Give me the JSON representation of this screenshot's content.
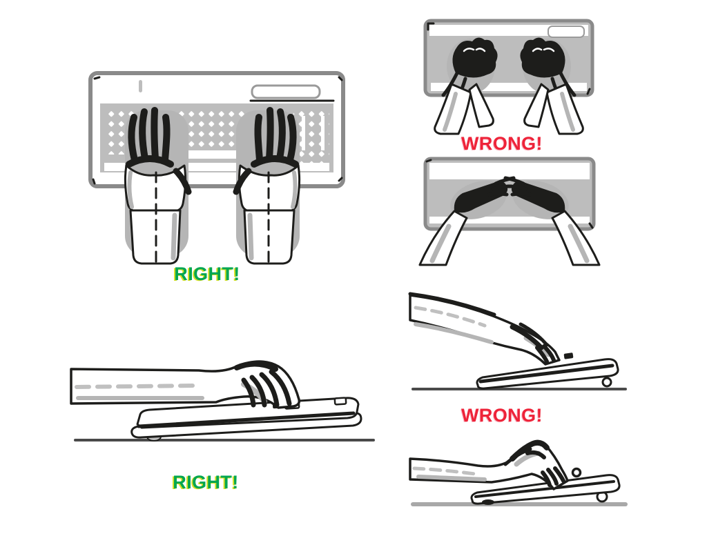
{
  "page": {
    "title": "Keyboard hand posture — right and wrong",
    "background": "#ffffff"
  },
  "colors": {
    "right-green": "#00A651",
    "right-shadow": "#D7DF23",
    "wrong-red": "#EE2339",
    "wrong-halo": "#F9B8C4",
    "ink": "#1D1D1B",
    "keyboard-gray": "#BDBDBD",
    "shade-gray": "#B5B5B5",
    "table-dark": "#4A4A4A",
    "table-light": "#A8A8A8",
    "border-gray": "#8A8A8A"
  },
  "figures": {
    "top_correct": {
      "label": "RIGHT!",
      "verdict": "correct",
      "illustration": "hands-straight-keyboard-top-view"
    },
    "top_wrong": {
      "label": "WRONG!",
      "verdict": "wrong",
      "illustration_upper": "wrists-bent-outward-top-view",
      "illustration_lower": "wrists-bent-inward-top-view"
    },
    "side_correct": {
      "label": "RIGHT!",
      "verdict": "correct",
      "illustration": "wrist-flat-neutral-side-view"
    },
    "side_wrong": {
      "label": "WRONG!",
      "verdict": "wrong",
      "illustration_upper": "wrist-extended-reaching-down-side-view",
      "illustration_lower": "wrist-arched-hump-side-view"
    }
  }
}
